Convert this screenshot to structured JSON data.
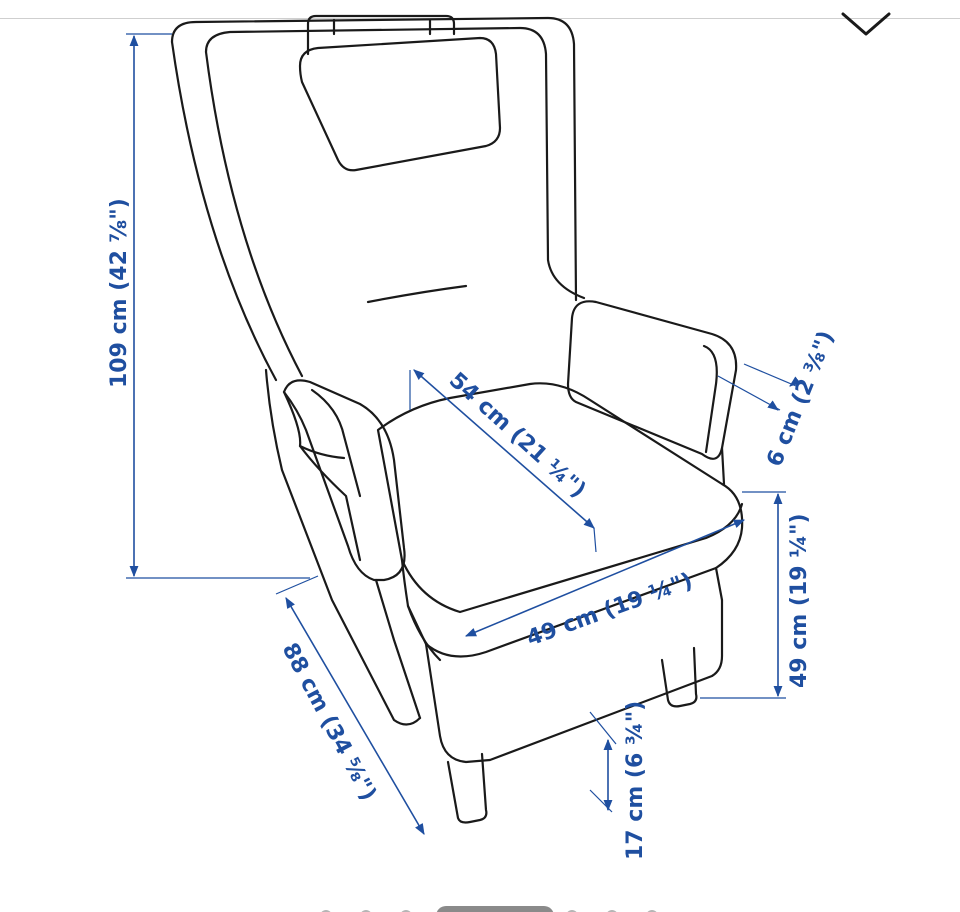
{
  "colors": {
    "dimension": "#1f4fa0",
    "outline": "#1a1a1a",
    "background": "#ffffff"
  },
  "icons": {
    "top_right": "chevron-down-icon"
  },
  "dimensions": {
    "height": "109 cm (42 ⅞\")",
    "depth": "88 cm (34 ⅝\")",
    "seat_depth": "54 cm (21 ¼\")",
    "seat_width": "49 cm (19 ¼\")",
    "seat_height": "49 cm (19 ¼\")",
    "leg_height": "17 cm (6 ¾\")",
    "armrest_width": "6 cm (2 ⅜\")"
  },
  "carousel": {
    "current_index": 3,
    "total": 7
  }
}
